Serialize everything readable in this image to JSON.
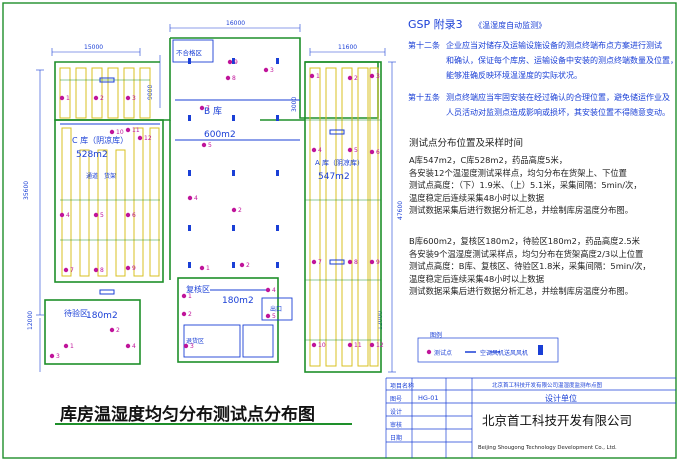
{
  "dimensions": {
    "top_width": "16000",
    "left_width": "15000",
    "right_width": "11600",
    "left_height": "35600",
    "right_height": "47600",
    "bottom_left": "12000",
    "bottom_right": "12000",
    "top_left_height": "9000",
    "mid_right_height": "3000"
  },
  "rooms": {
    "reject_zone": "不合格区",
    "room_b_name": "B 库",
    "room_b_area": "600m2",
    "room_c_name": "C 库（阴凉库）",
    "room_c_area": "528m2",
    "room_a_name": "A 库（阴凉库）",
    "room_a_area": "547m2",
    "repack_name": "复核区",
    "repack_area": "180m2",
    "pending_name": "待验区",
    "pending_area": "180m2",
    "exit_label": "出口",
    "corridor": "通道",
    "return_zone": "退货区",
    "shelf_zone": "货架"
  },
  "point_labels": [
    "1",
    "2",
    "3",
    "4",
    "5",
    "6",
    "7",
    "8",
    "9",
    "10",
    "11",
    "12"
  ],
  "notes": {
    "gsp_title": "GSP 附录3",
    "gsp_subtitle": "《温湿度自动监测》",
    "art12_no": "第十二条",
    "art12_line1": "企业应当对储存及运输设施设备的测点终端布点方案进行测试",
    "art12_line2": "和确认，保证每个库房、运输设备中安装的测点终端数量及位置，",
    "art12_line3": "能够准确反映环境温湿度的实际状况。",
    "art15_no": "第十五条",
    "art15_line1": "测点终端应当牢固安装在经过确认的合理位置，避免储运作业及",
    "art15_line2": "人员活动对监测点造成影响或损坏，其安装位置不得随意变动。",
    "section_title": "测试点分布位置及采样时间",
    "para1": [
      "A库547m2，C库528m2，药品高度5米，",
      "各安装12个温湿度测试采样点，均匀分布在货架上、下位置",
      "测试点高度：（下）1.9米、（上）5.1米，采集间隔：5min/次，",
      "温度稳定后连续采集48小时以上数据",
      "测试数据采集后进行数据分析汇总，并绘制库房温度分布图。"
    ],
    "para2": [
      "B库600m2，复核区180m2，待验区180m2，药品高度2.5米",
      "各安装9个温湿度测试采样点，均匀分布在货架高度2/3以上位置",
      "测试点高度：B库、复核区、待验区1.8米，采集间隔：5min/次，",
      "温度稳定后连续采集48小时以上数据",
      "测试数据采集后进行数据分析汇总，并绘制库房温度分布图。"
    ]
  },
  "legend": {
    "title": "图例",
    "point": "测试点",
    "fan": "空调风机",
    "vent": "送风风机"
  },
  "title_block": {
    "design_unit": "设计单位",
    "company_cn": "北京首工科技开发有限公司",
    "company_en": "Beijing Shougong Technology Development Co., Ltd.",
    "drawing_no": "HG-01",
    "project": "北京首工科技开发有限公司温湿度监测布点图",
    "row1": "项目名称",
    "row2": "图号",
    "row3": "设计",
    "row4": "审核",
    "row5": "日期"
  },
  "caption": "库房温湿度均匀分布测试点分布图"
}
